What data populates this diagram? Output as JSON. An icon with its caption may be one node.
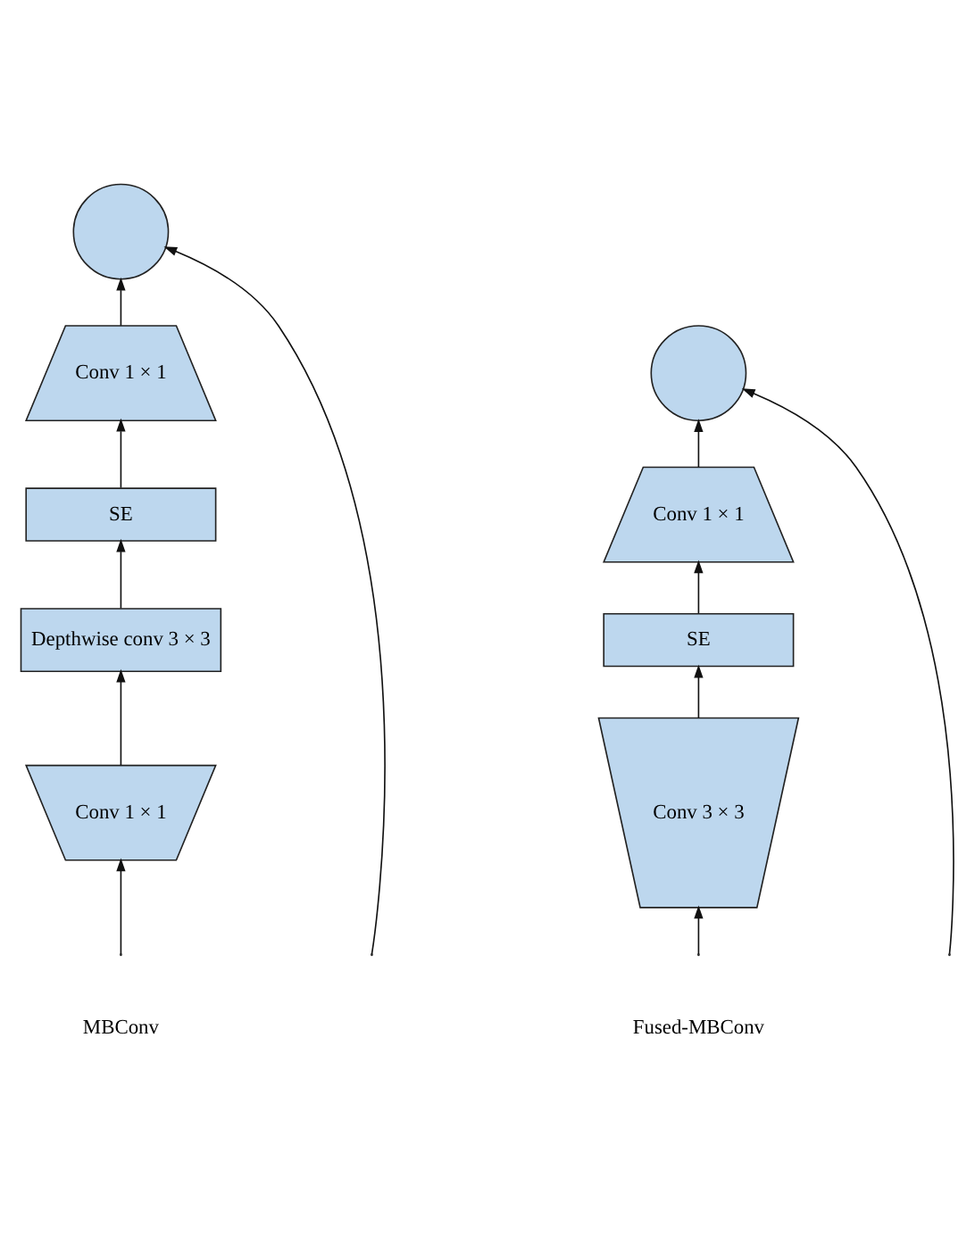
{
  "diagram": {
    "nodes": [
      {
        "text": [],
        "shape": "circle"
      },
      {
        "text": [
          "Conv 1 × 1"
        ]
      },
      {
        "text": [
          "SE"
        ]
      },
      {
        "text": [
          "Depthwise conv 3 × 3"
        ]
      },
      {
        "text": [
          "Conv 1 × 1"
        ]
      },
      {
        "text": [],
        "shape": "circle"
      },
      {
        "text": [
          "Conv 1 × 1"
        ]
      },
      {
        "text": [
          "SE"
        ]
      },
      {
        "text": [
          "Conv 3 × 3"
        ]
      }
    ],
    "edges": [
      {
        "from": null,
        "to": 4,
        "arrow": "to"
      },
      {
        "from": 4,
        "to": 3,
        "arrow": "to"
      },
      {
        "from": 3,
        "to": 2,
        "arrow": "to"
      },
      {
        "from": 2,
        "to": 1,
        "arrow": "to"
      },
      {
        "from": 1,
        "to": 0,
        "arrow": "to"
      },
      {
        "from": null,
        "to": 0,
        "arrow": "to"
      },
      {
        "from": null,
        "to": 8,
        "arrow": "to"
      },
      {
        "from": 8,
        "to": 7,
        "arrow": "to"
      },
      {
        "from": 7,
        "to": 6,
        "arrow": "to"
      },
      {
        "from": 6,
        "to": 5,
        "arrow": "to"
      },
      {
        "from": null,
        "to": 5,
        "arrow": "to"
      }
    ],
    "labels": [
      "MBConv",
      "Fused-MBConv"
    ]
  }
}
